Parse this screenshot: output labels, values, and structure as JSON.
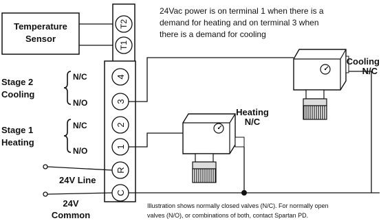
{
  "sensor": {
    "line1": "Temperature",
    "line2": "Sensor"
  },
  "sensor_terminals": [
    "T2",
    "T1"
  ],
  "top_note": [
    "24Vac power is on terminal 1 when there is a",
    "demand for heating and on terminal 3 when",
    "there is a demand for cooling"
  ],
  "terminals": [
    "4",
    "3",
    "2",
    "1",
    "R",
    "C"
  ],
  "stage2": {
    "line1": "Stage 2",
    "line2": "Cooling",
    "nc": "N/C",
    "no": "N/O"
  },
  "stage1": {
    "line1": "Stage 1",
    "line2": "Heating",
    "nc": "N/C",
    "no": "N/O"
  },
  "line_24v": "24V Line",
  "common": {
    "line1": "24V",
    "line2": "Common"
  },
  "cooling_valve": {
    "line1": "Cooling",
    "line2": "N/C"
  },
  "heating_valve": {
    "line1": "Heating",
    "line2": "N/C"
  },
  "bottom_note": [
    "Illustration shows normally closed valves (N/C). For normally open",
    "valves (N/O), or combinations of both, contact Spartan PD."
  ]
}
